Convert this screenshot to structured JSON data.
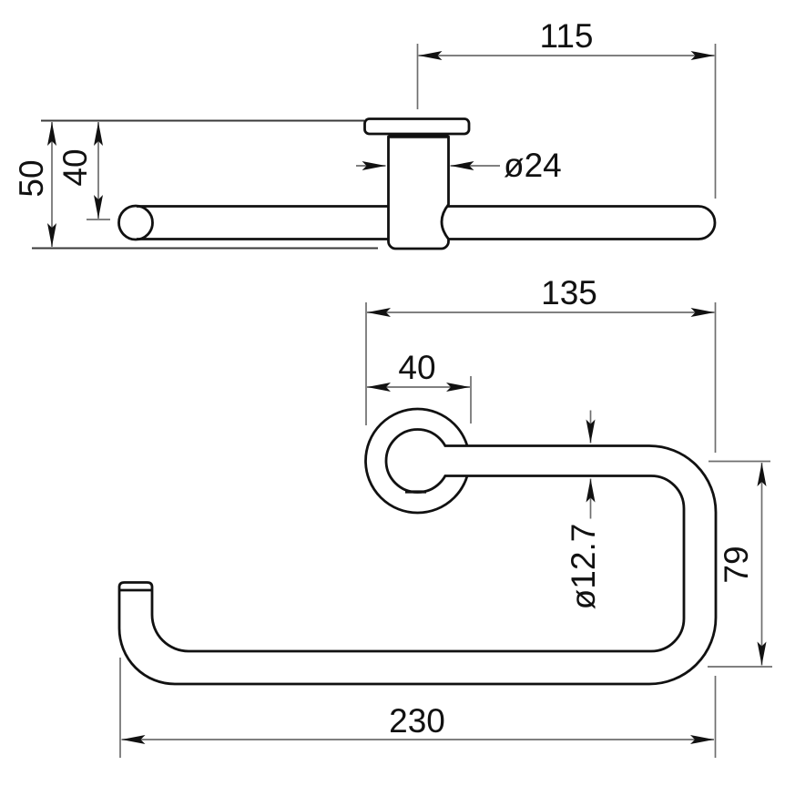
{
  "colors": {
    "background": "#ffffff",
    "outline": "#111111",
    "dim_lines": "#6e6e6e",
    "wall_lines": "#3a3a3a",
    "text": "#111111"
  },
  "views": {
    "side_view": {
      "dims": {
        "offset": {
          "label": "115"
        },
        "depth_total": {
          "label": "50"
        },
        "depth_to_bar_center": {
          "label": "40"
        },
        "post_diameter": {
          "label": "ø24"
        }
      }
    },
    "front_view": {
      "dims": {
        "width_to_bend": {
          "label": "135"
        },
        "rose_diameter": {
          "label": "40"
        },
        "tube_diameter": {
          "label": "ø12.7"
        },
        "drop_height": {
          "label": "79"
        },
        "overall_width": {
          "label": "230"
        }
      }
    }
  }
}
